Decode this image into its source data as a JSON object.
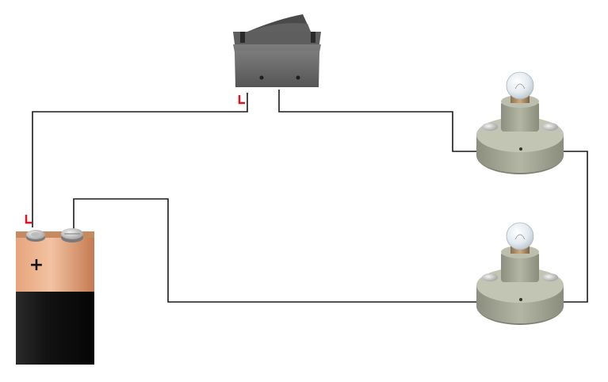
{
  "battery": {
    "terminal_symbol": "+"
  },
  "colors": {
    "background": "#ffffff",
    "wire": "#1a1a1a",
    "marker": "#e0141e",
    "battery_copper": "#d9936a",
    "battery_body": "#141414",
    "switch_body": "#6b6b6b",
    "lamp_base": "#9a9d8c"
  },
  "components": [
    "battery",
    "rocker-switch",
    "lamp-holder-top",
    "lamp-holder-bottom",
    "wires"
  ]
}
